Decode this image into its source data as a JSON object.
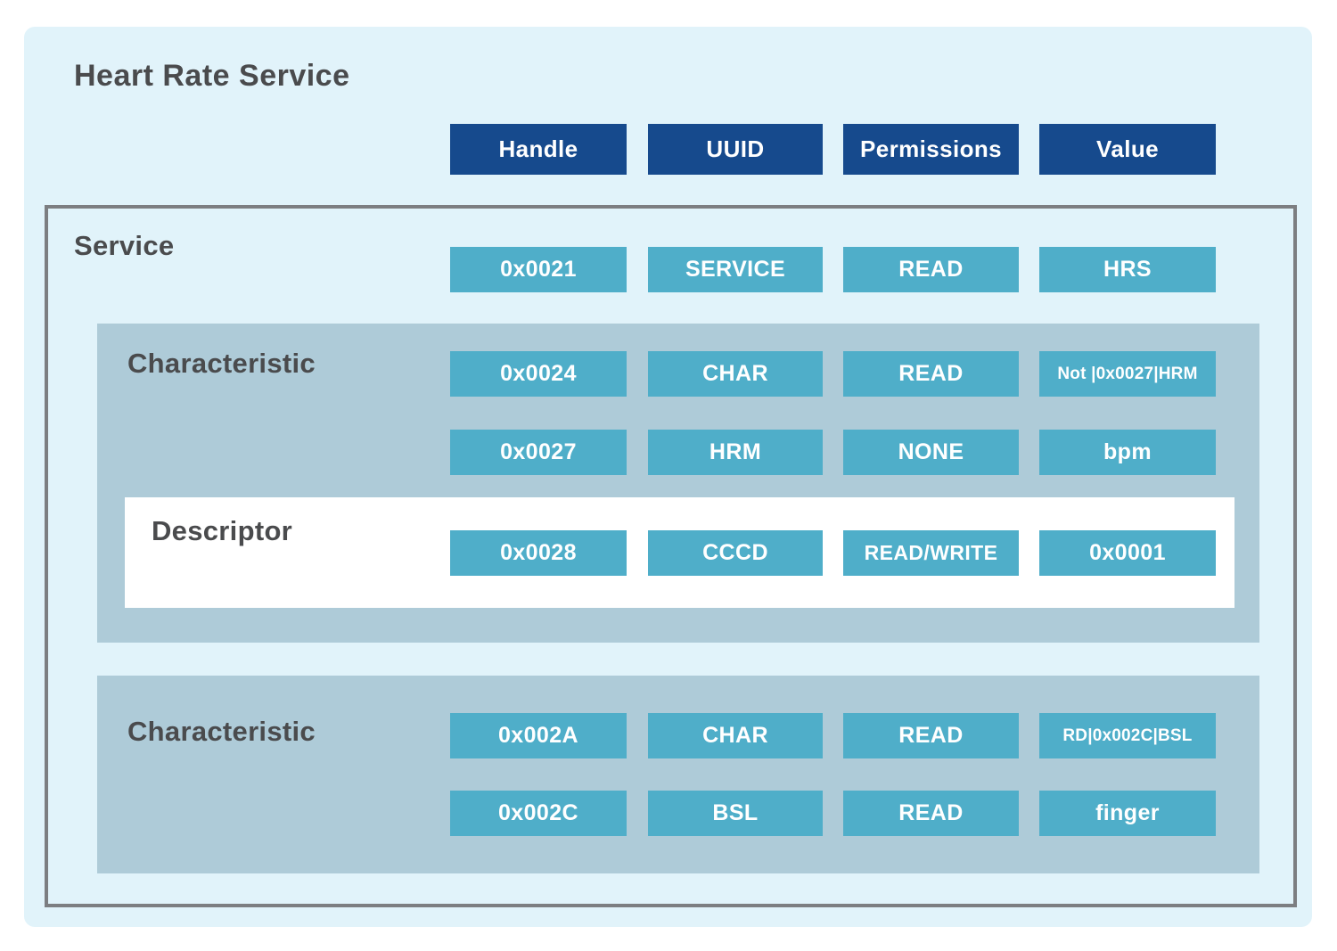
{
  "title": "Heart Rate Service",
  "columns": {
    "handle": "Handle",
    "uuid": "UUID",
    "permissions": "Permissions",
    "value": "Value"
  },
  "labels": {
    "service": "Service",
    "characteristic1": "Characteristic",
    "descriptor": "Descriptor",
    "characteristic2": "Characteristic"
  },
  "rows": {
    "service": {
      "handle": "0x0021",
      "uuid": "SERVICE",
      "permissions": "READ",
      "value": "HRS"
    },
    "char1_decl": {
      "handle": "0x0024",
      "uuid": "CHAR",
      "permissions": "READ",
      "value": "Not |0x0027|HRM"
    },
    "char1_val": {
      "handle": "0x0027",
      "uuid": "HRM",
      "permissions": "NONE",
      "value": "bpm"
    },
    "descriptor": {
      "handle": "0x0028",
      "uuid": "CCCD",
      "permissions": "READ/WRITE",
      "value": "0x0001"
    },
    "char2_decl": {
      "handle": "0x002A",
      "uuid": "CHAR",
      "permissions": "READ",
      "value": "RD|0x002C|BSL"
    },
    "char2_val": {
      "handle": "0x002C",
      "uuid": "BSL",
      "permissions": "READ",
      "value": "finger"
    }
  },
  "colors": {
    "canvas_bg": "#E1F3FA",
    "header_bg": "#164A8D",
    "cell_bg": "#4FAEC9",
    "cell_text": "#FFFFFF",
    "panel_bg": "#AECBD8",
    "descriptor_bg": "#FFFFFF",
    "border_gray": "#7C7E81",
    "label_text": "#4A4B4D"
  }
}
